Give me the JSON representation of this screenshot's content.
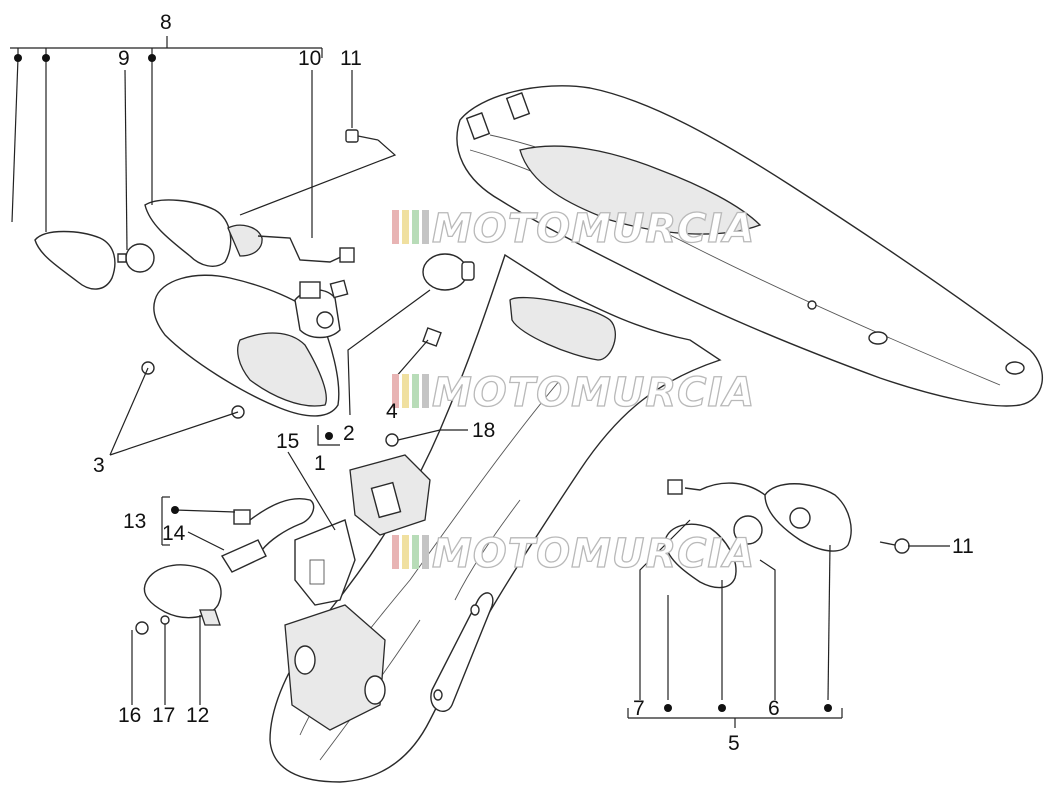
{
  "watermark": {
    "text": "MOTOMURCIA",
    "colors": [
      "#e8b4b4",
      "#f0e0a0",
      "#b8dcb8",
      "#c4c4c4"
    ]
  },
  "callouts": [
    {
      "id": "c1",
      "label": "1"
    },
    {
      "id": "c2",
      "label": "2"
    },
    {
      "id": "c3",
      "label": "3"
    },
    {
      "id": "c4",
      "label": "4"
    },
    {
      "id": "c5",
      "label": "5"
    },
    {
      "id": "c6",
      "label": "6"
    },
    {
      "id": "c7",
      "label": "7"
    },
    {
      "id": "c8",
      "label": "8"
    },
    {
      "id": "c9",
      "label": "9"
    },
    {
      "id": "c10",
      "label": "10"
    },
    {
      "id": "c11a",
      "label": "11"
    },
    {
      "id": "c11b",
      "label": "11"
    },
    {
      "id": "c12",
      "label": "12"
    },
    {
      "id": "c13",
      "label": "13"
    },
    {
      "id": "c14",
      "label": "14"
    },
    {
      "id": "c15",
      "label": "15"
    },
    {
      "id": "c16",
      "label": "16"
    },
    {
      "id": "c17",
      "label": "17"
    },
    {
      "id": "c18",
      "label": "18"
    }
  ]
}
